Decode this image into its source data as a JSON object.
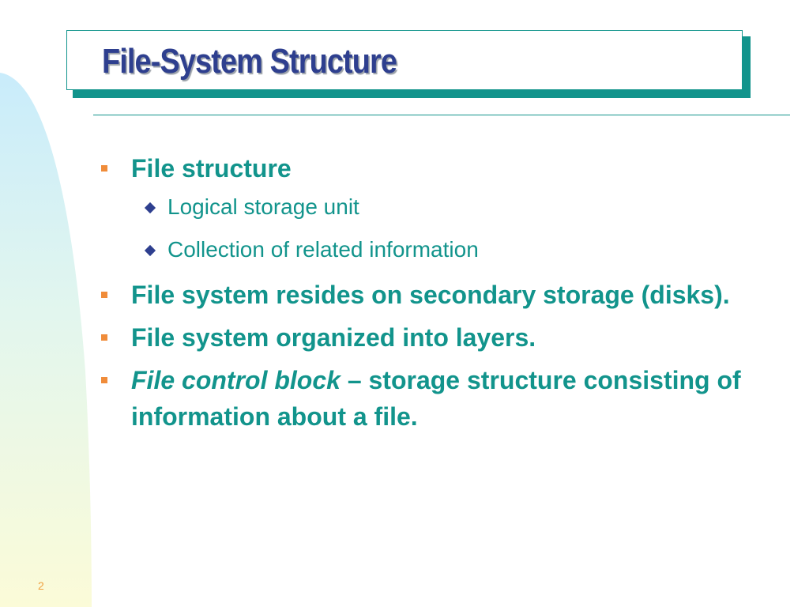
{
  "slide": {
    "title": "File-System Structure",
    "page_number": "2",
    "colors": {
      "title": "#2e3f8f",
      "body_text": "#12948c",
      "bullet_marker": "#f08c3a",
      "sub_bullet_marker": "#2e3f8f",
      "frame": "#12948c"
    },
    "bullets": [
      {
        "text": "File structure",
        "sub_items": [
          {
            "text": "Logical storage unit"
          },
          {
            "text": "Collection of related information"
          }
        ]
      },
      {
        "text": "File system resides on secondary storage (disks)."
      },
      {
        "text": "File system organized into layers."
      },
      {
        "emphasis": "File control block",
        "text": " – storage structure consisting of information about a file."
      }
    ]
  }
}
